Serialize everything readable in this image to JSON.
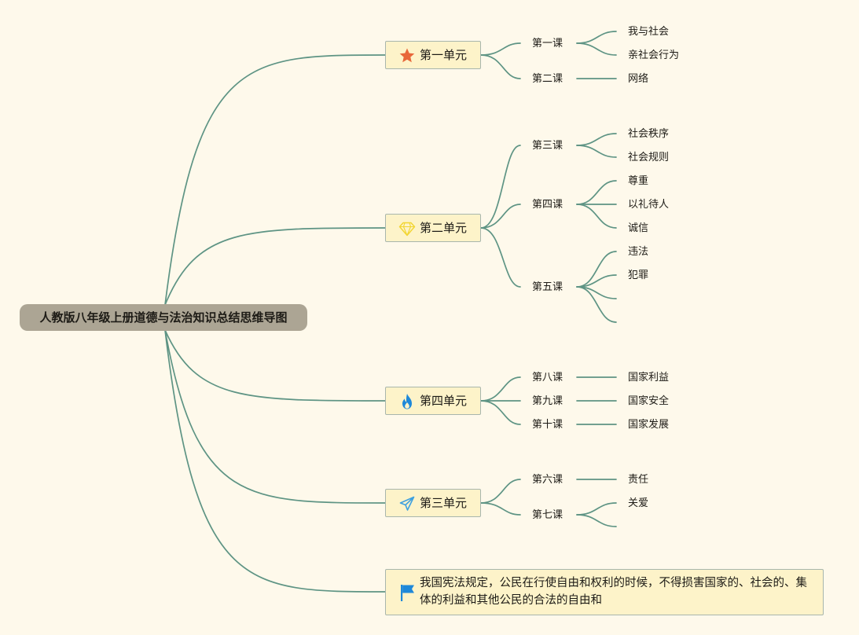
{
  "root": {
    "label": "人教版八年级上册道德与法治知识总结思维导图"
  },
  "units": [
    {
      "id": "u1",
      "label": "第一单元",
      "icon": "star-icon",
      "lessons": [
        {
          "label": "第一课",
          "topics": [
            "我与社会",
            "亲社会行为"
          ]
        },
        {
          "label": "第二课",
          "topics": [
            "网络"
          ]
        }
      ]
    },
    {
      "id": "u2",
      "label": "第二单元",
      "icon": "diamond-icon",
      "lessons": [
        {
          "label": "第三课",
          "topics": [
            "社会秩序",
            "社会规则"
          ]
        },
        {
          "label": "第四课",
          "topics": [
            "尊重",
            "以礼待人",
            "诚信"
          ]
        },
        {
          "label": "第五课",
          "topics": [
            "违法",
            "犯罪",
            "",
            ""
          ]
        }
      ]
    },
    {
      "id": "u4",
      "label": "第四单元",
      "icon": "fire-icon",
      "lessons": [
        {
          "label": "第八课",
          "topics": [
            "国家利益"
          ]
        },
        {
          "label": "第九课",
          "topics": [
            "国家安全"
          ]
        },
        {
          "label": "第十课",
          "topics": [
            "国家发展"
          ]
        }
      ]
    },
    {
      "id": "u3",
      "label": "第三单元",
      "icon": "paper-plane-icon",
      "lessons": [
        {
          "label": "第六课",
          "topics": [
            "责任"
          ]
        },
        {
          "label": "第七课",
          "topics": [
            "关爱",
            ""
          ]
        }
      ]
    }
  ],
  "note": {
    "icon": "flag-icon",
    "text": "我国宪法规定，公民在行使自由和权利的时候，不得损害国家的、社会的、集体的利益和其他公民的合法的自由和"
  },
  "colors": {
    "background": "#fef9eb",
    "branch_line": "#5e9484",
    "root_fill": "#aca594",
    "node_fill": "#fdf3c9",
    "star": "#e8673a",
    "diamond": "#f2d531",
    "fire": "#1e88d9",
    "paper_plane": "#3ea0df",
    "flag": "#1e88d9"
  }
}
